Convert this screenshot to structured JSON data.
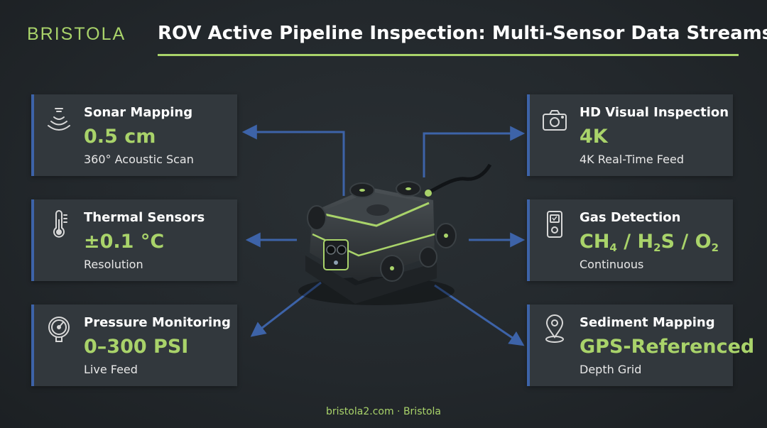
{
  "logo": "BRISTOLA",
  "title": "ROV Active Pipeline Inspection: Multi-Sensor Data Streams",
  "footer": "bristola2.com · Bristola",
  "colors": {
    "accent_green": "#a9d36a",
    "accent_blue": "#3d63a8",
    "card_bg": "#32383d",
    "background": "#23282c"
  },
  "cards": {
    "sonar": {
      "name": "Sonar Mapping",
      "value": "0.5 cm",
      "sub": "360° Acoustic Scan",
      "icon": "sonar-icon"
    },
    "thermal": {
      "name": "Thermal Sensors",
      "value": "±0.1 °C",
      "sub": "Resolution",
      "icon": "thermometer-icon"
    },
    "pressure": {
      "name": "Pressure Monitoring",
      "value": "0–300 PSI",
      "sub": "Live Feed",
      "icon": "pressure-gauge-icon"
    },
    "visual": {
      "name": "HD Visual Inspection",
      "value": "4K",
      "sub": "4K Real-Time Feed",
      "icon": "camera-icon"
    },
    "gas": {
      "name": "Gas Detection",
      "value_parts": [
        "CH",
        "4",
        " / H",
        "2",
        "S / O",
        "2"
      ],
      "sub": "Continuous",
      "icon": "gas-detector-icon"
    },
    "sediment": {
      "name": "Sediment Mapping",
      "value": "GPS-Referenced",
      "sub": "Depth Grid",
      "icon": "map-pin-icon"
    }
  }
}
